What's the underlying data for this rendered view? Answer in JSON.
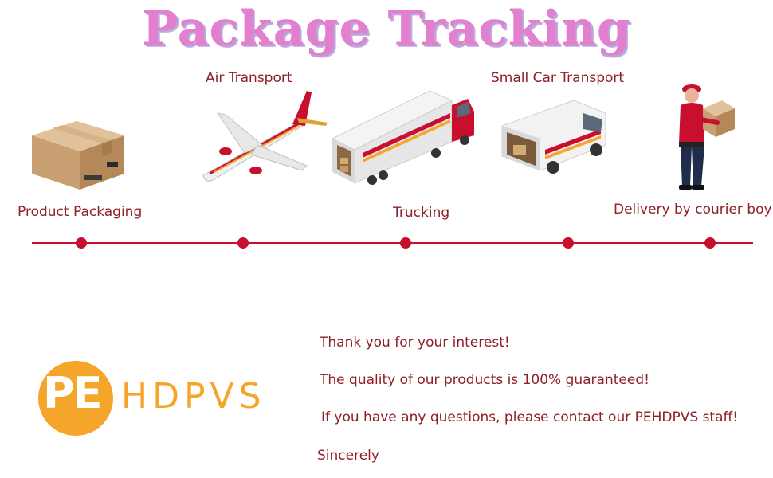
{
  "header": {
    "title": "Package Tracking"
  },
  "steps": [
    {
      "label": "Product Packaging",
      "icon": "cardboard-box-icon"
    },
    {
      "label": "Air Transport",
      "icon": "airplane-icon"
    },
    {
      "label": "Trucking",
      "icon": "truck-icon"
    },
    {
      "label": "Small Car Transport",
      "icon": "van-icon"
    },
    {
      "label": "Delivery by courier boy",
      "icon": "courier-icon"
    }
  ],
  "brand": {
    "logo_pe": "PE",
    "logo_rest": "HDPVS",
    "logo_color": "#f5a52a"
  },
  "messages": [
    "Thank you for your interest!",
    "The quality of our products is 100% guaranteed!",
    "If you have any questions, please contact our PEHDPVS staff!",
    "Sincerely"
  ],
  "colors": {
    "accent": "#c8102e",
    "text": "#8e1f25",
    "title": "#e37fcf"
  }
}
